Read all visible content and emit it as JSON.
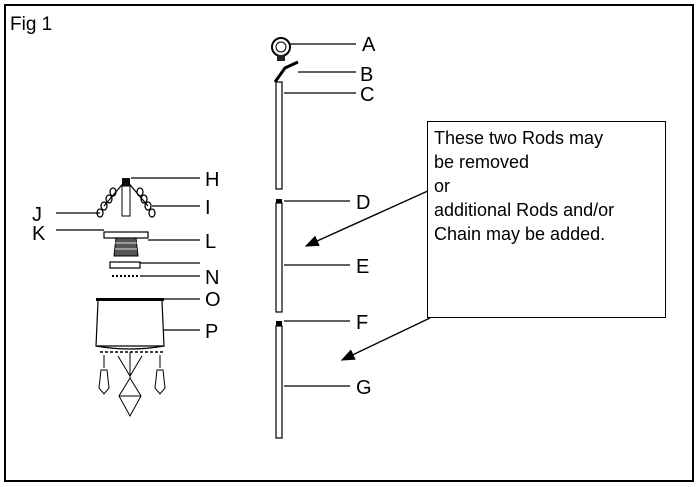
{
  "figure": {
    "title": "Fig  1"
  },
  "labels": {
    "A": "A",
    "B": "B",
    "C": "C",
    "D": "D",
    "E": "E",
    "F": "F",
    "G": "G",
    "H": "H",
    "I": "I",
    "J": "J",
    "K": "K",
    "L": "L",
    "N": "N",
    "O": "O",
    "P": "P"
  },
  "note": {
    "lines": [
      "These two Rods may",
      "be removed",
      "or",
      "additional Rods and/or",
      "Chain may be added."
    ]
  },
  "colors": {
    "line": "#000000",
    "rod_fill": "#ffffff",
    "accent": "#000000"
  }
}
